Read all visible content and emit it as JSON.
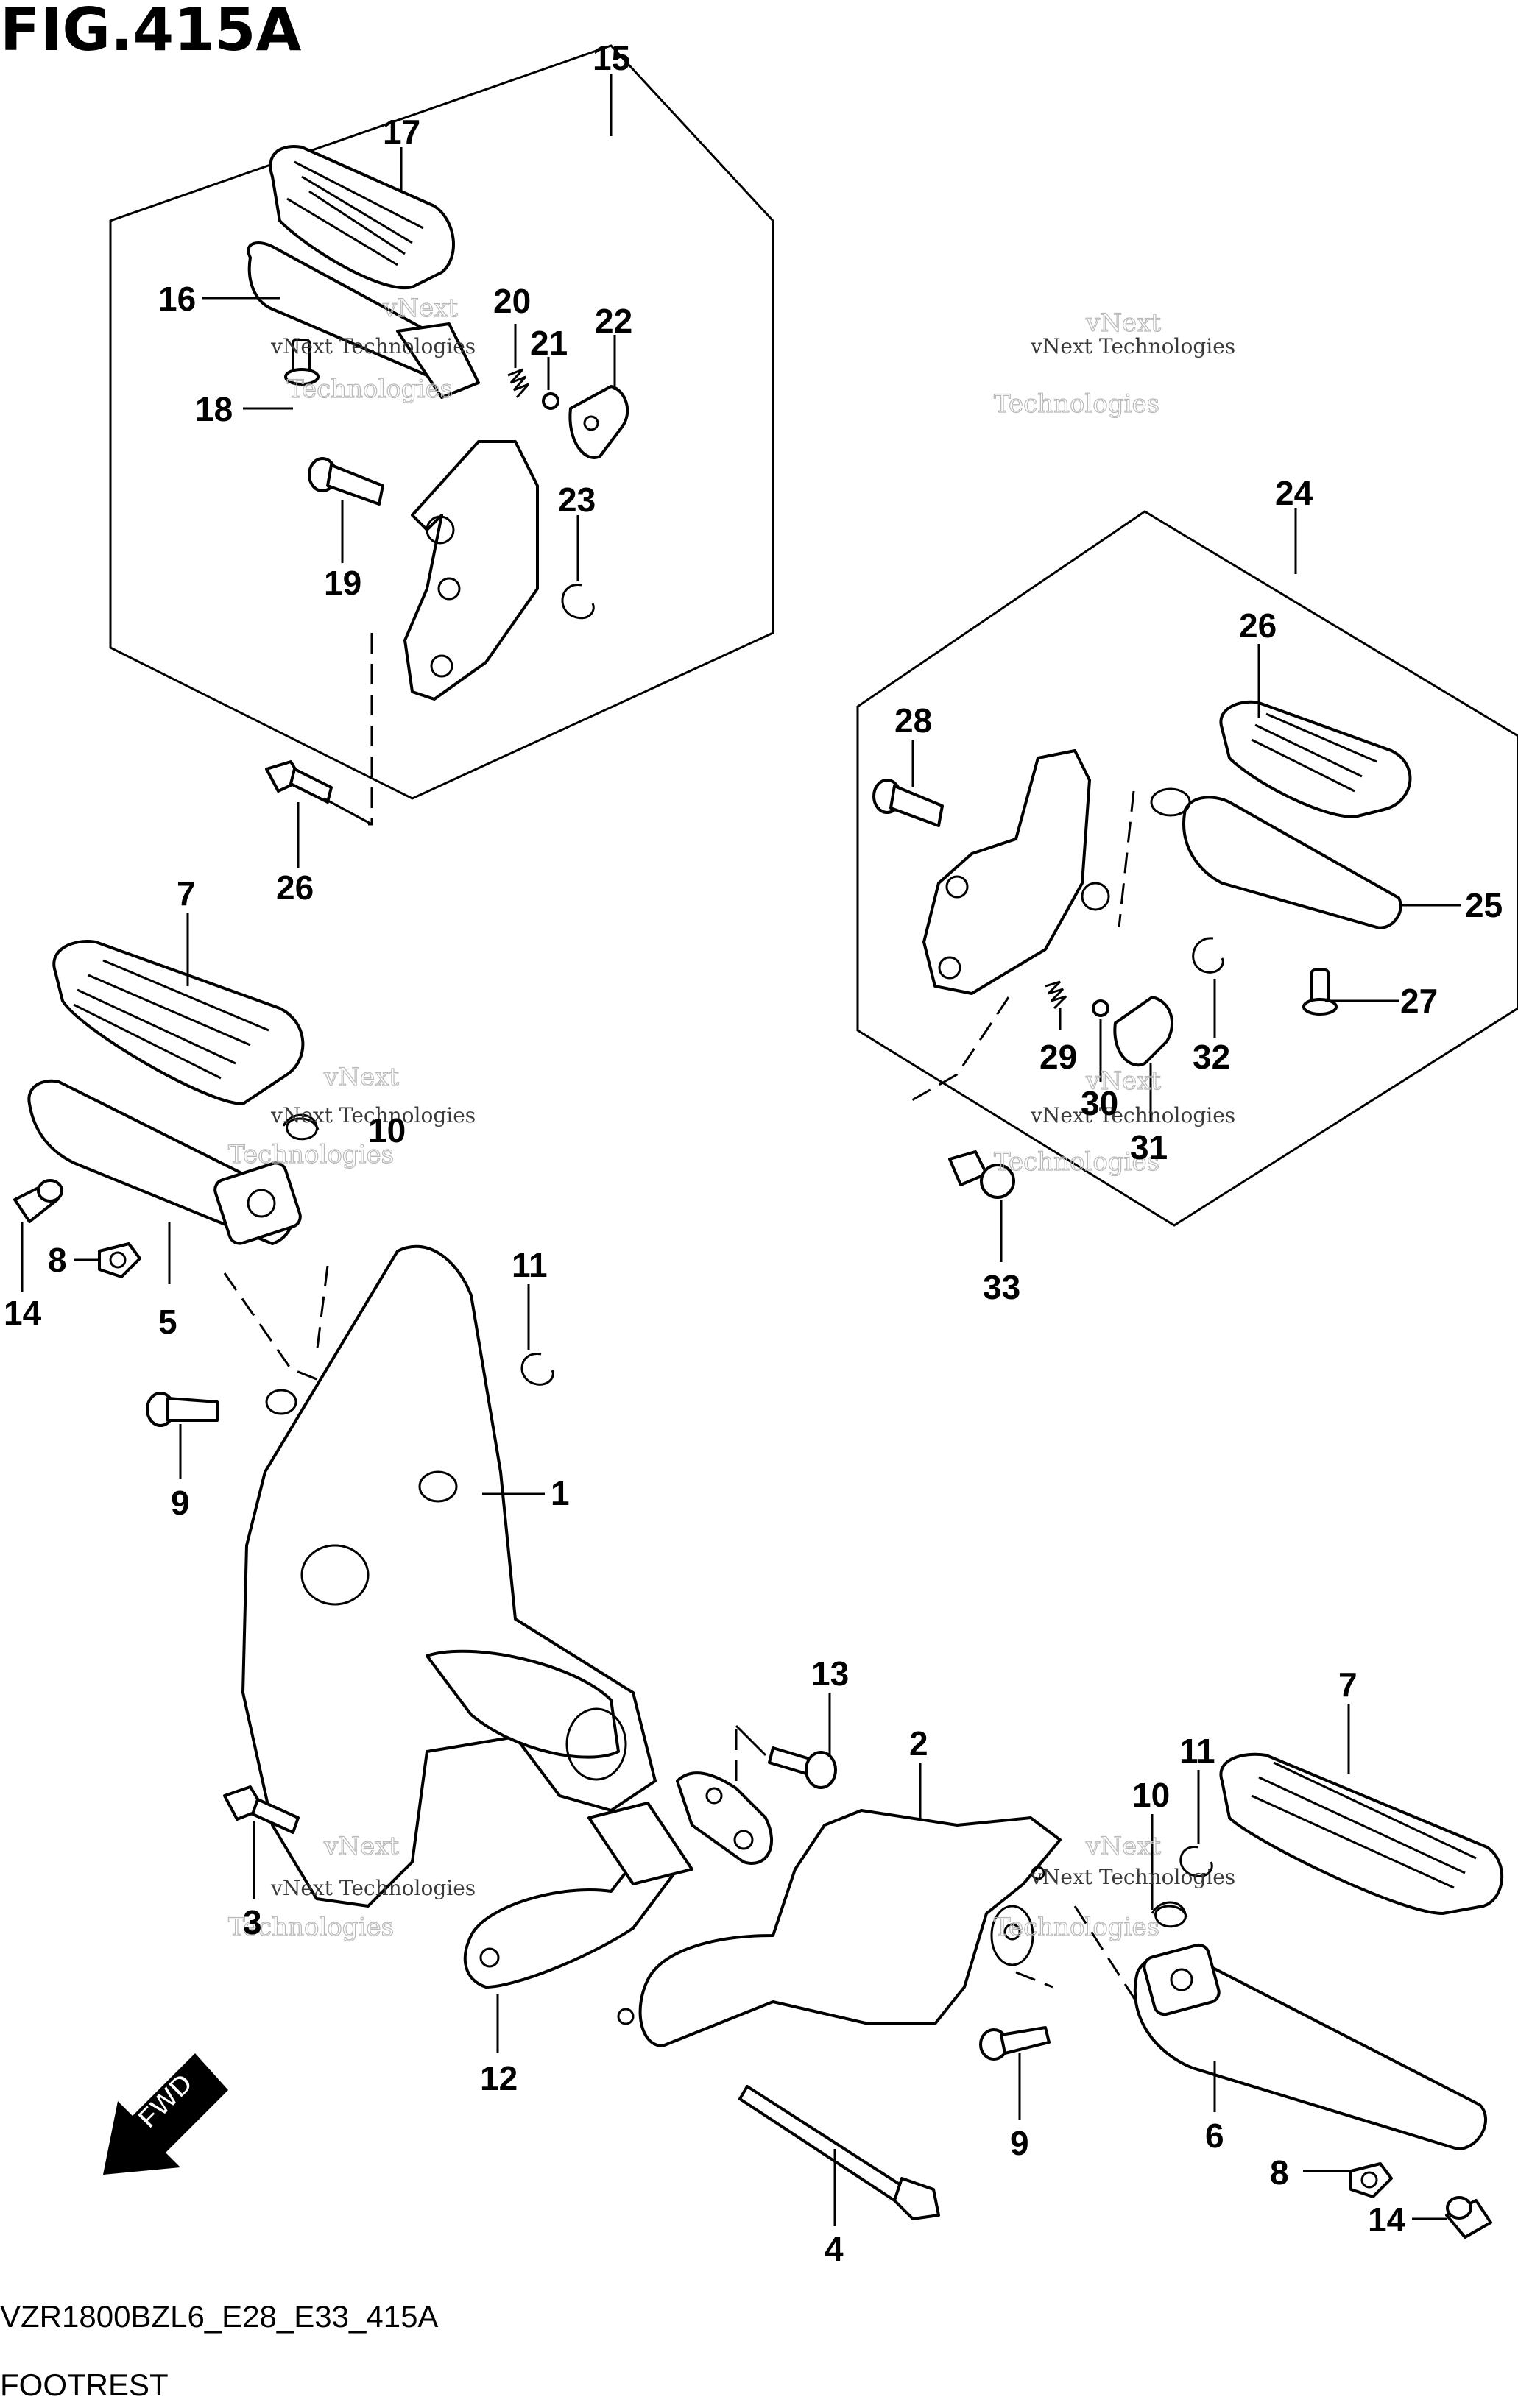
{
  "figure": {
    "title": "FIG.415A",
    "model_code": "VZR1800BZL6_E28_E33_415A",
    "caption": "FOOTREST"
  },
  "watermark": {
    "line1": "vNext",
    "line2": "Technologies",
    "combined": "vNext Technologies"
  },
  "direction_arrow": {
    "label": "FWD"
  },
  "callouts": [
    {
      "id": "c15",
      "text": "15"
    },
    {
      "id": "c17",
      "text": "17"
    },
    {
      "id": "c16",
      "text": "16"
    },
    {
      "id": "c20",
      "text": "20"
    },
    {
      "id": "c21",
      "text": "21"
    },
    {
      "id": "c22",
      "text": "22"
    },
    {
      "id": "c18",
      "text": "18"
    },
    {
      "id": "c23",
      "text": "23"
    },
    {
      "id": "c19",
      "text": "19"
    },
    {
      "id": "c26a",
      "text": "26"
    },
    {
      "id": "c24",
      "text": "24"
    },
    {
      "id": "c26b",
      "text": "26"
    },
    {
      "id": "c28",
      "text": "28"
    },
    {
      "id": "c25",
      "text": "25"
    },
    {
      "id": "c27",
      "text": "27"
    },
    {
      "id": "c29",
      "text": "29"
    },
    {
      "id": "c30",
      "text": "30"
    },
    {
      "id": "c32",
      "text": "32"
    },
    {
      "id": "c31",
      "text": "31"
    },
    {
      "id": "c33",
      "text": "33"
    },
    {
      "id": "c7a",
      "text": "7"
    },
    {
      "id": "c10a",
      "text": "10"
    },
    {
      "id": "c14a",
      "text": "14"
    },
    {
      "id": "c8a",
      "text": "8"
    },
    {
      "id": "c5",
      "text": "5"
    },
    {
      "id": "c11a",
      "text": "11"
    },
    {
      "id": "c9a",
      "text": "9"
    },
    {
      "id": "c1",
      "text": "1"
    },
    {
      "id": "c13",
      "text": "13"
    },
    {
      "id": "c2",
      "text": "2"
    },
    {
      "id": "c7b",
      "text": "7"
    },
    {
      "id": "c11b",
      "text": "11"
    },
    {
      "id": "c10b",
      "text": "10"
    },
    {
      "id": "c3",
      "text": "3"
    },
    {
      "id": "c12",
      "text": "12"
    },
    {
      "id": "c9b",
      "text": "9"
    },
    {
      "id": "c6",
      "text": "6"
    },
    {
      "id": "c8b",
      "text": "8"
    },
    {
      "id": "c14b",
      "text": "14"
    },
    {
      "id": "c4",
      "text": "4"
    }
  ]
}
